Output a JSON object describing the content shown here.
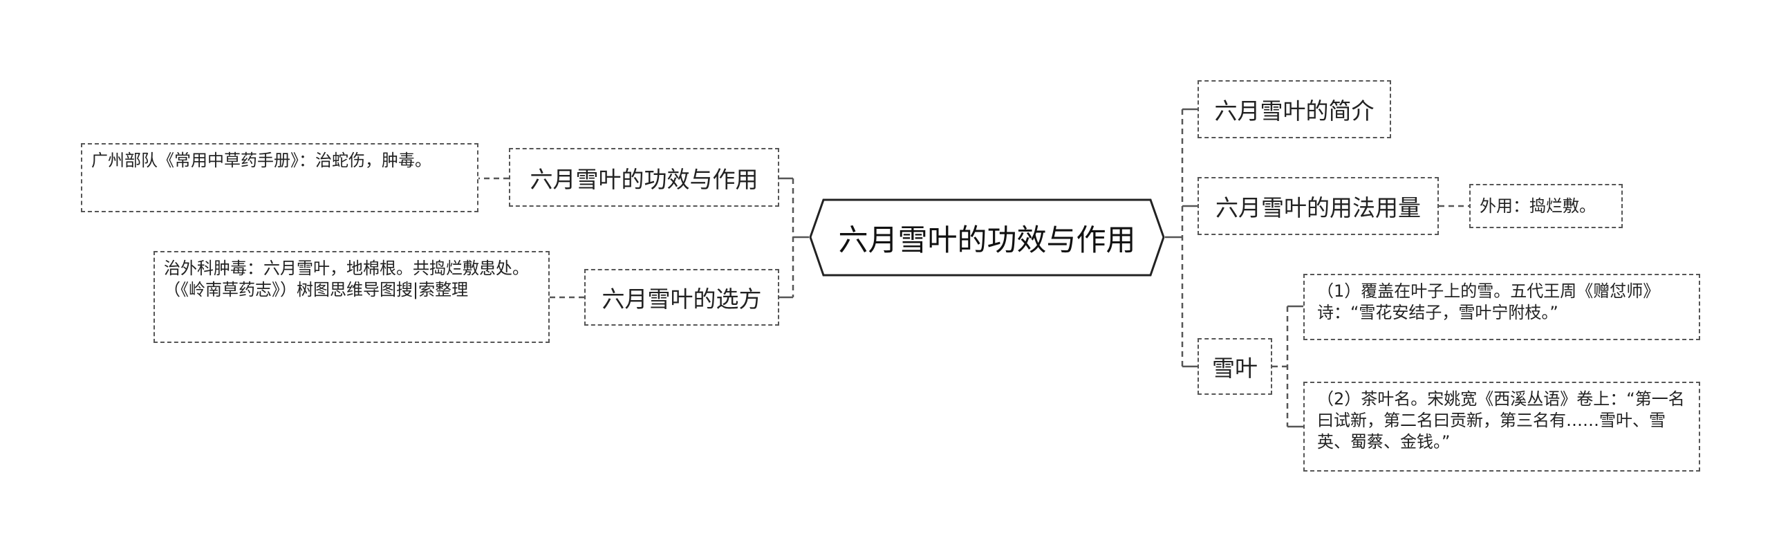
{
  "root": {
    "label": "六月雪叶的功效与作用"
  },
  "left": [
    {
      "label": "六月雪叶的功效与作用",
      "children": [
        {
          "text": "广州部队《常用中草药手册》：治蛇伤，肿毒。"
        }
      ]
    },
    {
      "label": "六月雪叶的选方",
      "children": [
        {
          "text": "治外科肿毒：六月雪叶，地棉根。共捣烂敷患处。（《岭南草药志》）树图思维导图搜|索整理"
        }
      ]
    }
  ],
  "right": [
    {
      "label": "六月雪叶的简介",
      "children": []
    },
    {
      "label": "六月雪叶的用法用量",
      "children": [
        {
          "text": "外用：捣烂敷。"
        }
      ]
    },
    {
      "label": "雪叶",
      "children": [
        {
          "text": "（1）覆盖在叶子上的雪。五代王周《赠怤师》诗：“雪花安结子，雪叶宁附枝。”"
        },
        {
          "text": "（2）茶叶名。宋姚宽《西溪丛语》卷上：“第一名曰试新，第二名曰贡新，第三名有……雪叶、雪英、蜀蔡、金钱。”"
        }
      ]
    }
  ],
  "colors": {
    "line": "#555555",
    "text": "#222222",
    "background": "#ffffff"
  }
}
